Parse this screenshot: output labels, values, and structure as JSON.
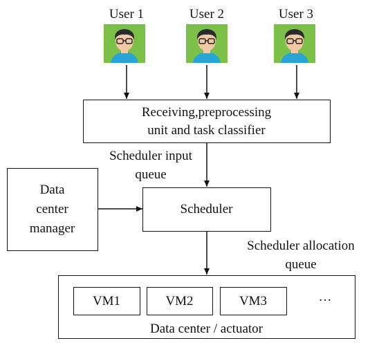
{
  "users": [
    {
      "label": "User 1"
    },
    {
      "label": "User 2"
    },
    {
      "label": "User 3"
    }
  ],
  "preprocessor": {
    "line1": "Receiving,preprocessing",
    "line2": "unit and task classifier"
  },
  "scheduler_input_queue": {
    "line1": "Scheduler input",
    "line2": "queue"
  },
  "data_center_manager": {
    "line1": "Data",
    "line2": "center",
    "line3": "manager"
  },
  "scheduler": {
    "label": "Scheduler"
  },
  "scheduler_allocation_queue": {
    "line1": "Scheduler allocation",
    "line2": "queue"
  },
  "data_center": {
    "label": "Data center / actuator",
    "vms": [
      "VM1",
      "VM2",
      "VM3"
    ],
    "more": "···"
  },
  "colors": {
    "avatar_bg": "#7cc04a",
    "skin": "#f2c9a6",
    "hair": "#2b2b2b",
    "shirt": "#2aa3d6"
  }
}
